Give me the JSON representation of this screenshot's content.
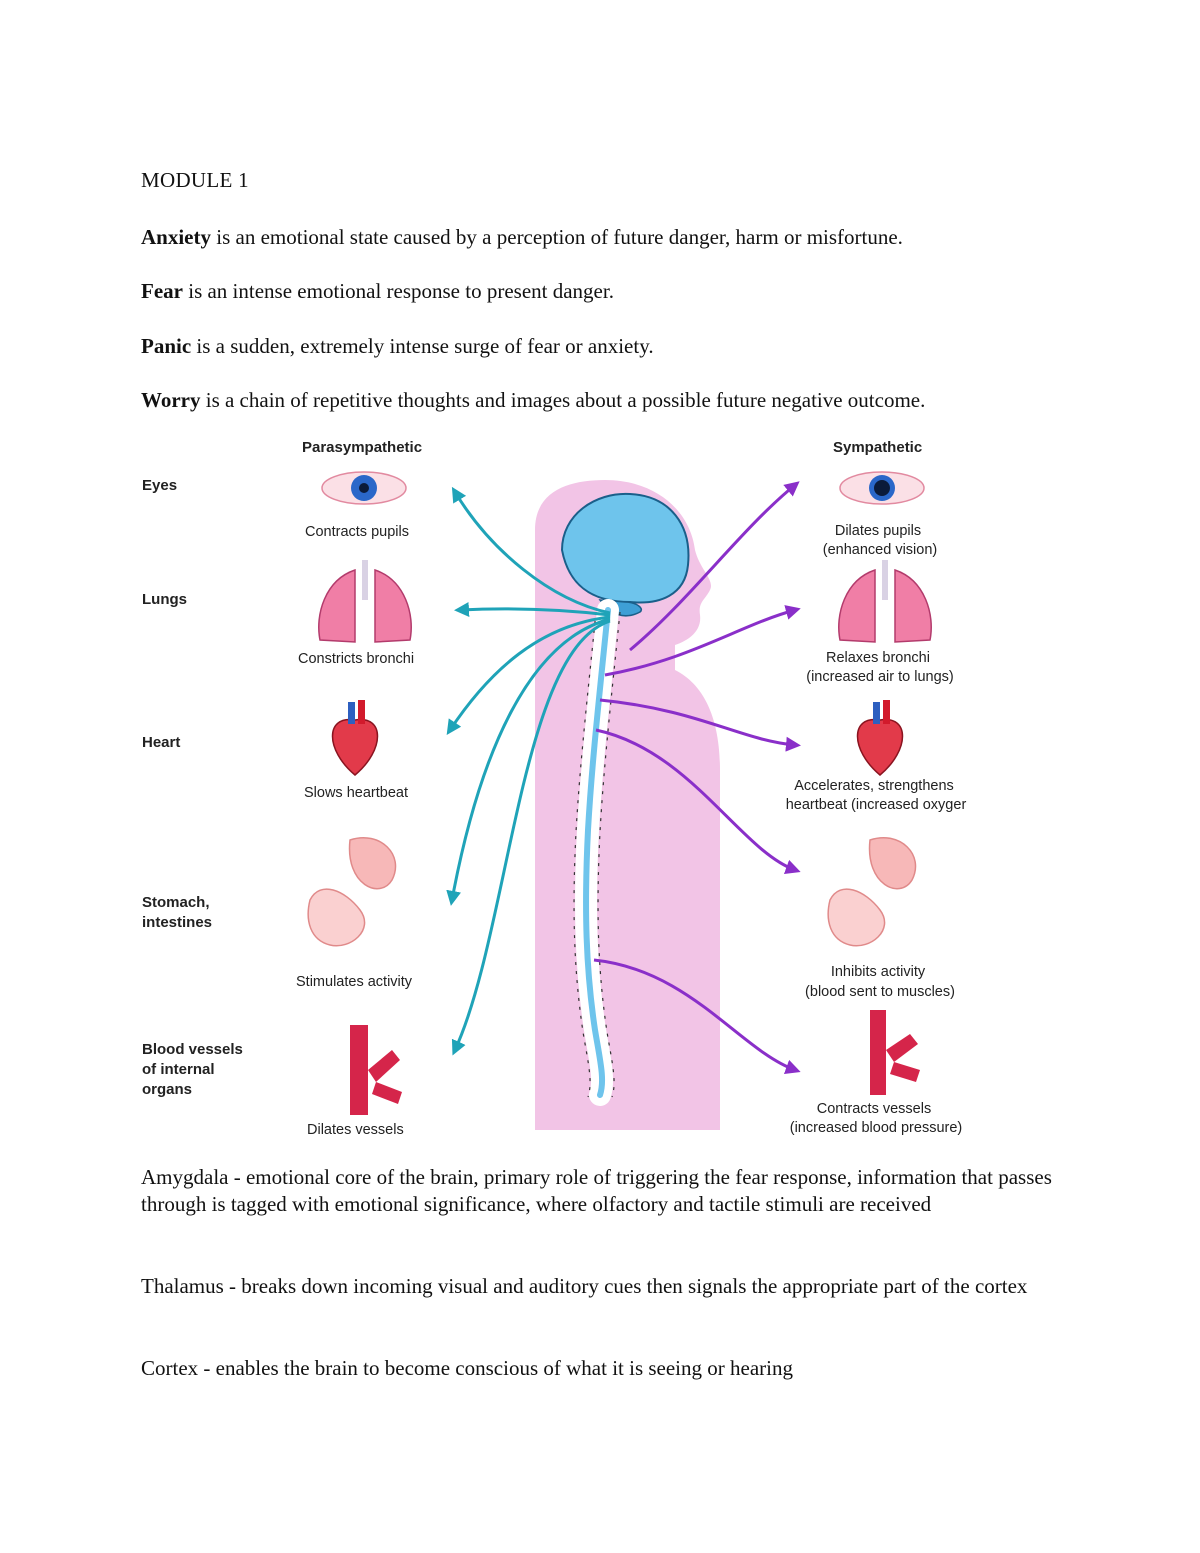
{
  "heading": "MODULE 1",
  "definitions": [
    {
      "term": "Anxiety",
      "text": " is an emotional state caused by a perception of future danger, harm or misfortune."
    },
    {
      "term": "Fear",
      "text": " is an intense emotional response to present danger."
    },
    {
      "term": "Panic",
      "text": " is a sudden, extremely intense surge of fear or anxiety."
    },
    {
      "term": "Worry",
      "text": " is a chain of repetitive thoughts and images about a possible future negative outcome."
    }
  ],
  "diagram": {
    "left_header": "Parasympathetic",
    "right_header": "Sympathetic",
    "organs": [
      {
        "name_lines": [
          "Eyes"
        ],
        "para_lines": [
          "Contracts pupils"
        ],
        "symp_lines": [
          "Dilates pupils",
          "(enhanced vision)"
        ]
      },
      {
        "name_lines": [
          "Lungs"
        ],
        "para_lines": [
          "Constricts bronchi"
        ],
        "symp_lines": [
          "Relaxes bronchi",
          "(increased air to lungs)"
        ]
      },
      {
        "name_lines": [
          "Heart"
        ],
        "para_lines": [
          "Slows heartbeat"
        ],
        "symp_lines": [
          "Accelerates, strengthens",
          "heartbeat (increased oxyger"
        ]
      },
      {
        "name_lines": [
          "Stomach,",
          "intestines"
        ],
        "para_lines": [
          "Stimulates activity"
        ],
        "symp_lines": [
          "Inhibits activity",
          "(blood sent to muscles)"
        ]
      },
      {
        "name_lines": [
          "Blood vessels",
          "of internal",
          "organs"
        ],
        "para_lines": [
          "Dilates vessels"
        ],
        "symp_lines": [
          "Contracts vessels",
          "(increased blood pressure)"
        ]
      }
    ],
    "colors": {
      "parasympathetic": "#1fa3b8",
      "sympathetic": "#8a2fc9",
      "body": "#f2c4e6",
      "brain": "#6ec4ec",
      "organ": "#e8507a"
    }
  },
  "notes": [
    {
      "text": "Amygdala - emotional core of the brain, primary role of triggering the fear response, information that passes through is tagged with emotional significance, where olfactory and tactile stimuli are received"
    },
    {
      "text": "Thalamus - breaks down incoming visual and auditory cues then signals the appropriate part of the cortex"
    },
    {
      "text": "Cortex - enables the brain to become conscious of what it is seeing or hearing"
    }
  ]
}
